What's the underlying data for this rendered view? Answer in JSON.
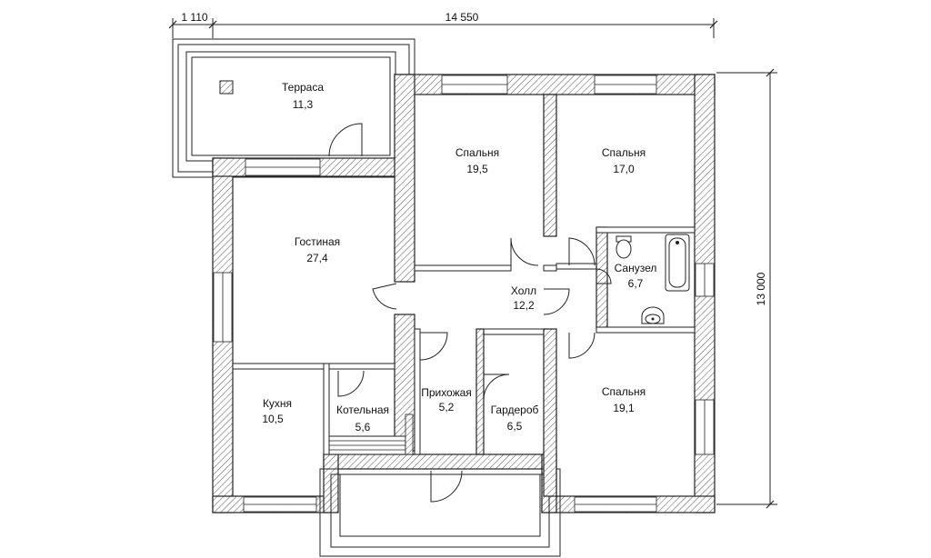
{
  "dimensions": {
    "left_width": "1 110",
    "total_width": "14 550",
    "total_height": "13 000"
  },
  "rooms": {
    "terrace": {
      "name": "Терраса",
      "area": "11,3"
    },
    "bedroom1": {
      "name": "Спальня",
      "area": "19,5"
    },
    "bedroom2": {
      "name": "Спальня",
      "area": "17,0"
    },
    "living": {
      "name": "Гостиная",
      "area": "27,4"
    },
    "bathroom": {
      "name": "Санузел",
      "area": "6,7"
    },
    "hall": {
      "name": "Холл",
      "area": "12,2"
    },
    "kitchen": {
      "name": "Кухня",
      "area": "10,5"
    },
    "boiler": {
      "name": "Котельная",
      "area": "5,6"
    },
    "entry": {
      "name": "Прихожая",
      "area": "5,2"
    },
    "wardrobe": {
      "name": "Гардероб",
      "area": "6,5"
    },
    "bedroom3": {
      "name": "Спальня",
      "area": "19,1"
    }
  },
  "icons": {
    "chimney": "chimney-icon",
    "toilet": "toilet-icon",
    "bathtub": "bathtub-icon",
    "sink": "sink-icon",
    "stairs": "stairs-icon"
  },
  "colors": {
    "line": "#222222",
    "background": "#ffffff"
  }
}
